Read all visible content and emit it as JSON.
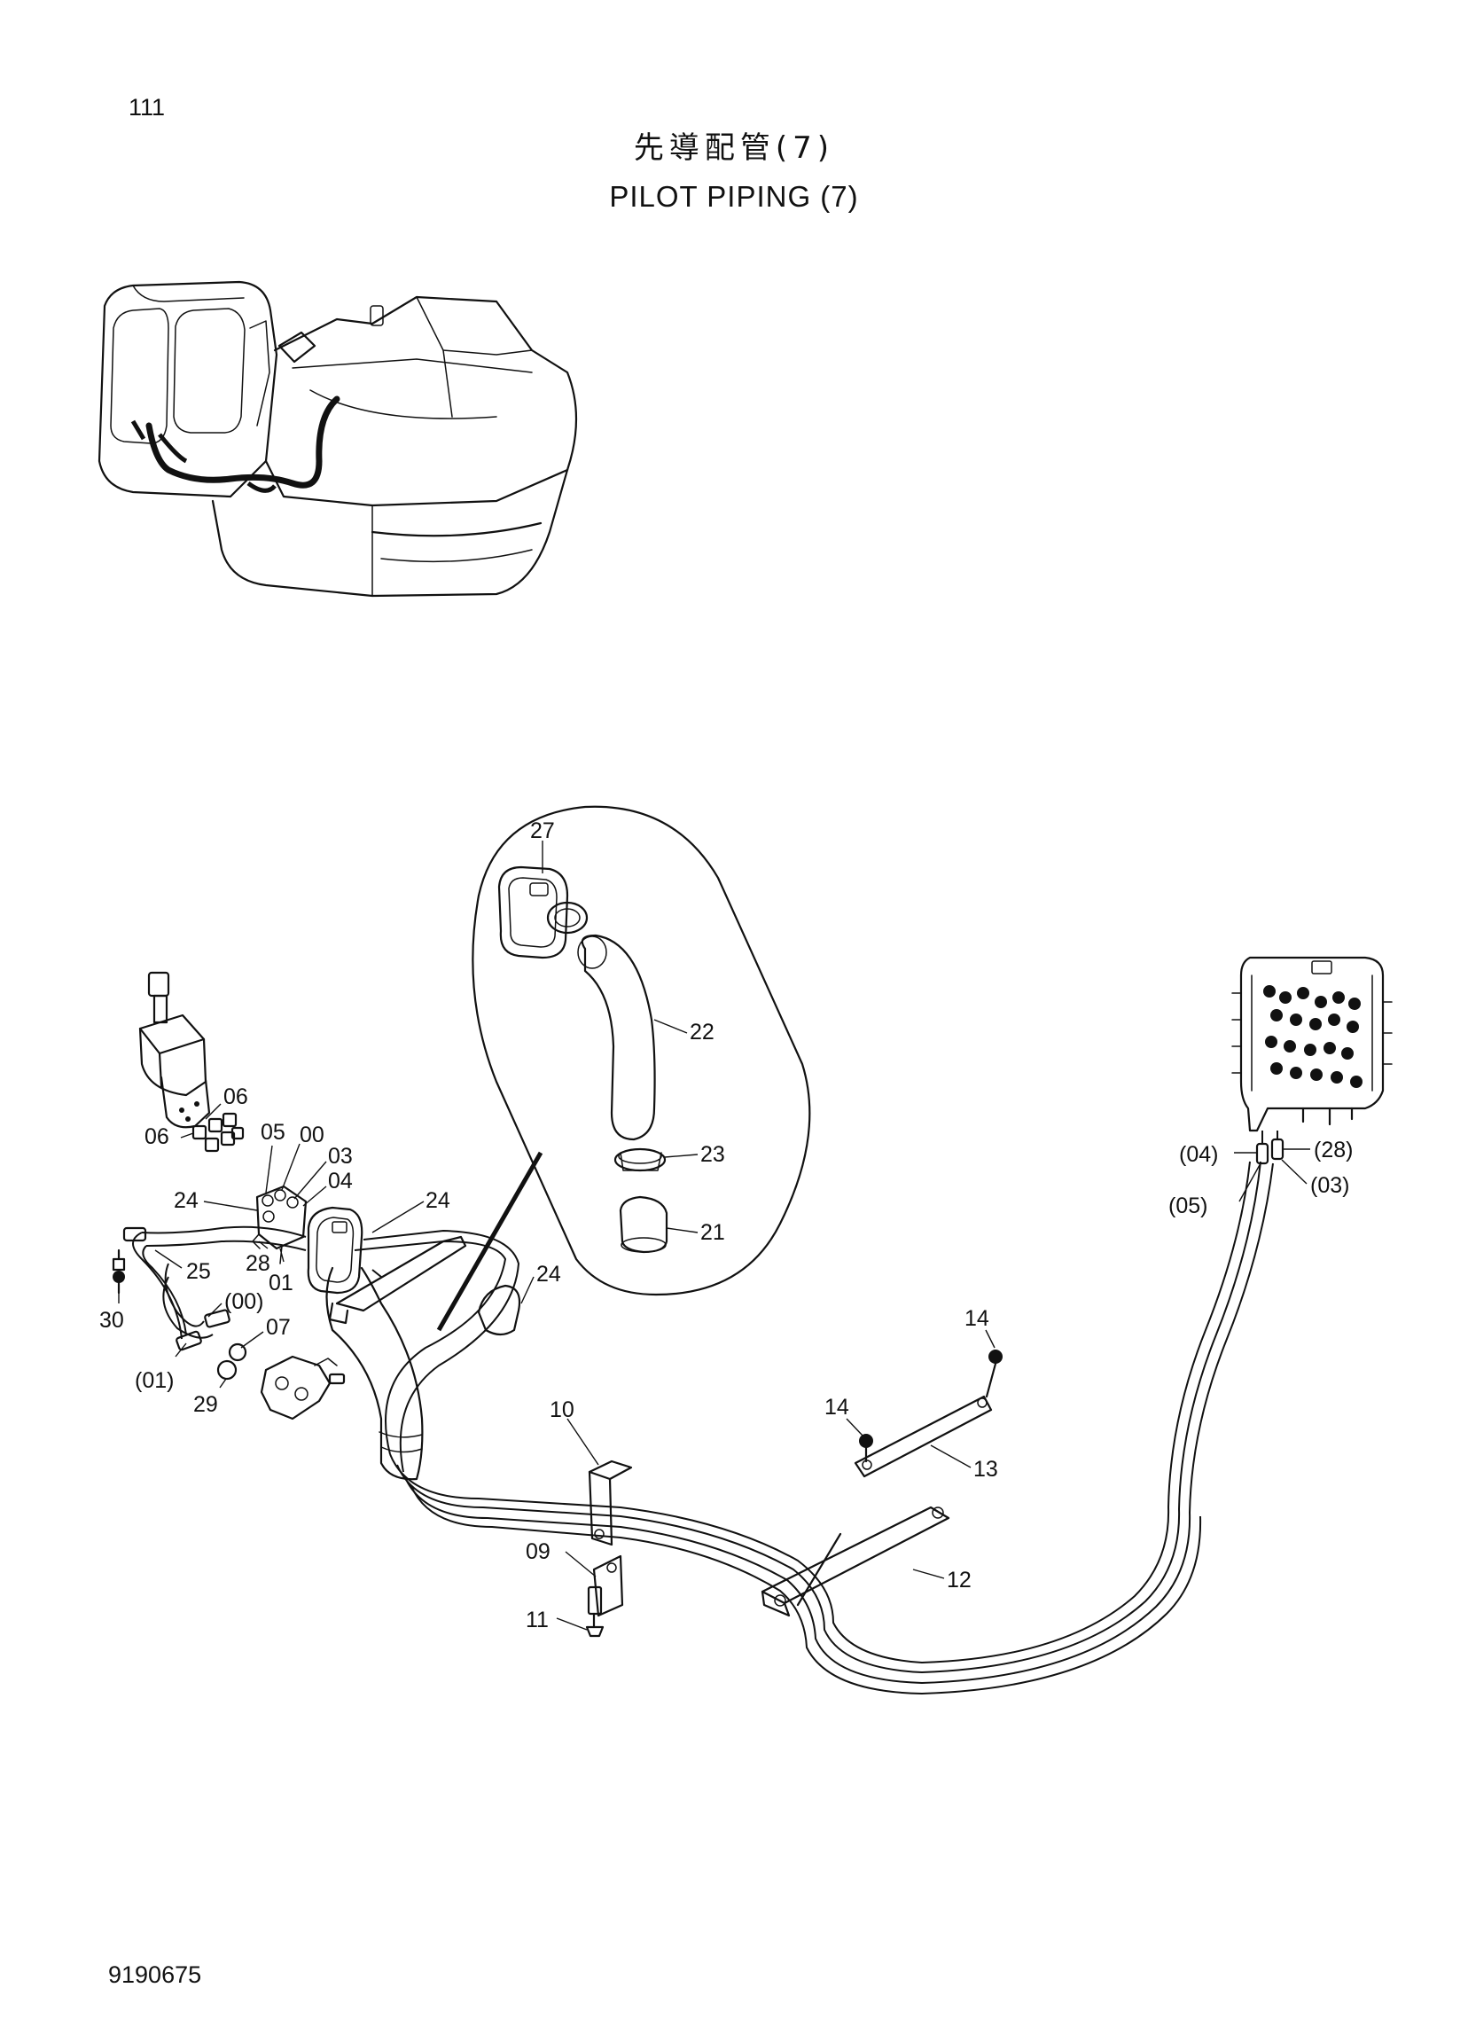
{
  "header": {
    "page_number": "111",
    "title_jp": "先導配管(7)",
    "title_en": "PILOT PIPING (7)"
  },
  "footer": {
    "document_number": "9190675"
  },
  "part_labels": [
    {
      "id": "27",
      "text": "27"
    },
    {
      "id": "22",
      "text": "22"
    },
    {
      "id": "23",
      "text": "23"
    },
    {
      "id": "21",
      "text": "21"
    },
    {
      "id": "06a",
      "text": "06"
    },
    {
      "id": "06b",
      "text": "06"
    },
    {
      "id": "05",
      "text": "05"
    },
    {
      "id": "00",
      "text": "00"
    },
    {
      "id": "03",
      "text": "03"
    },
    {
      "id": "04",
      "text": "04"
    },
    {
      "id": "24a",
      "text": "24"
    },
    {
      "id": "24b",
      "text": "24"
    },
    {
      "id": "24c",
      "text": "24"
    },
    {
      "id": "28",
      "text": "28"
    },
    {
      "id": "01",
      "text": "01"
    },
    {
      "id": "25",
      "text": "25"
    },
    {
      "id": "30",
      "text": "30"
    },
    {
      "id": "p00",
      "text": "(00)"
    },
    {
      "id": "07",
      "text": "07"
    },
    {
      "id": "p01",
      "text": "(01)"
    },
    {
      "id": "29",
      "text": "29"
    },
    {
      "id": "10",
      "text": "10"
    },
    {
      "id": "09",
      "text": "09"
    },
    {
      "id": "11",
      "text": "11"
    },
    {
      "id": "14a",
      "text": "14"
    },
    {
      "id": "14b",
      "text": "14"
    },
    {
      "id": "13",
      "text": "13"
    },
    {
      "id": "12",
      "text": "12"
    },
    {
      "id": "p04",
      "text": "(04)"
    },
    {
      "id": "p28",
      "text": "(28)"
    },
    {
      "id": "p05",
      "text": "(05)"
    },
    {
      "id": "p03",
      "text": "(03)"
    }
  ]
}
